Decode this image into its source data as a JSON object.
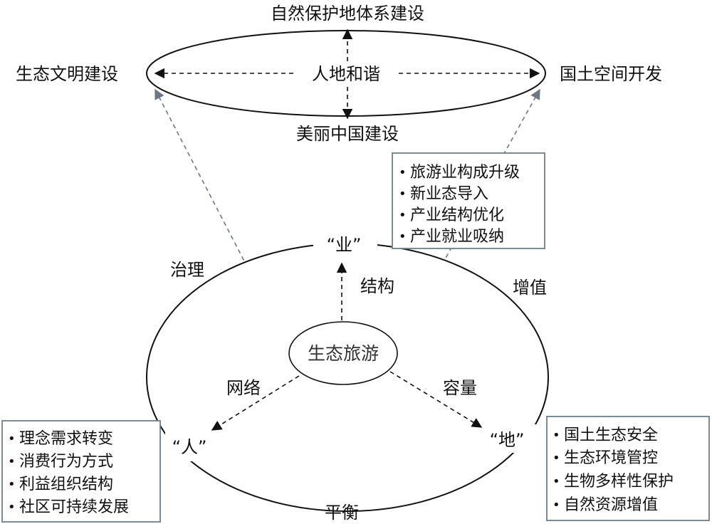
{
  "top": {
    "title": "自然保护地体系建设",
    "left": "生态文明建设",
    "right": "国土空间开发",
    "center": "人地和谐",
    "bottom": "美丽中国建设"
  },
  "cycle": {
    "center": "生态旅游",
    "node_ye": "“业”",
    "node_ren": "“人”",
    "node_di": "“地”",
    "label_governance": "治理",
    "label_value_added": "增值",
    "label_balance": "平衡",
    "label_structure": "结构",
    "label_network": "网络",
    "label_capacity": "容量"
  },
  "boxes": {
    "industry": [
      "旅游业构成升级",
      "新业态导入",
      "产业结构优化",
      "产业就业吸纳"
    ],
    "people": [
      "理念需求转变",
      "消费行为方式",
      "利益组织结构",
      "社区可持续发展"
    ],
    "land": [
      "国土生态安全",
      "生态环境管控",
      "生物多样性保护",
      "自然资源增值"
    ]
  },
  "bullet": "•",
  "colors": {
    "line": "#111111",
    "box_border": "#6b7f8c",
    "dashed_gray": "#6d7781"
  }
}
